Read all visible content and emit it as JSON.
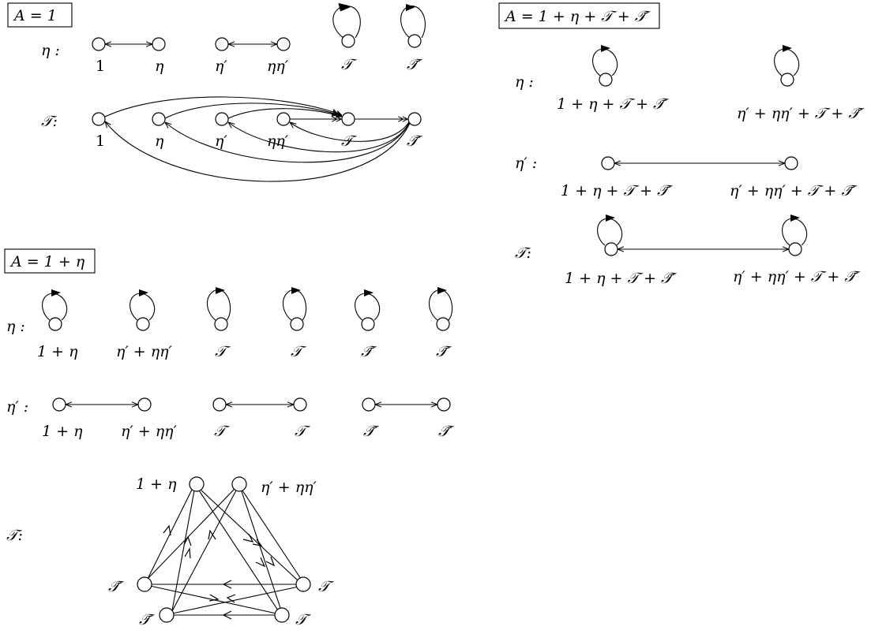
{
  "boxes": {
    "a1": "A = 1",
    "a1eta": "A = 1 + η",
    "afull": "A = 1 + η + 𝒯 + 𝒯̄"
  },
  "row_labels": {
    "eta": "η :",
    "etaprime": "η′ :",
    "T": "𝒯:"
  },
  "node_labels": {
    "one": "1",
    "eta": "η",
    "etaprime": "η′",
    "etaetaprime": "ηη′",
    "T": "𝒯",
    "Tbar": "𝒯̄",
    "one_plus_eta": "1 + η",
    "etaprime_plus_etaetaprime": "η′ + ηη′",
    "sum_one": "1 + η + 𝒯 + 𝒯̄",
    "sum_two": "η′ + ηη′ + 𝒯 + 𝒯̄"
  }
}
